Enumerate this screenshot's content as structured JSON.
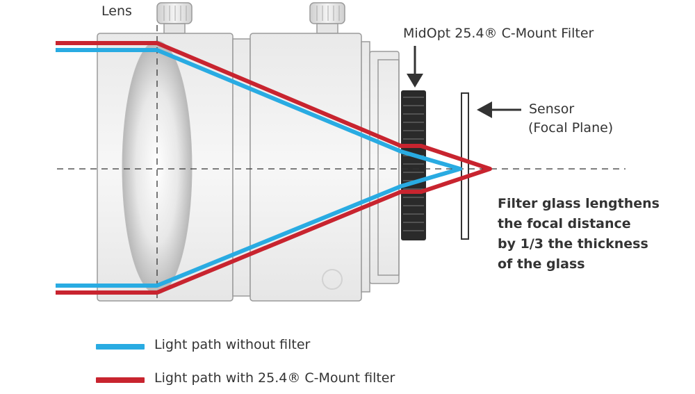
{
  "labels": {
    "lens": "Lens",
    "filter": "MidOpt 25.4® C-Mount Filter",
    "sensor_line1": "Sensor",
    "sensor_line2": "(Focal Plane)"
  },
  "note": {
    "lines": [
      "Filter glass lengthens",
      "the focal distance",
      "by 1/3 the thickness",
      "of the glass"
    ]
  },
  "legend": {
    "without_filter": {
      "label": "Light path without filter",
      "color": "#29abe2"
    },
    "with_filter": {
      "label": "Light path with 25.4® C-Mount filter",
      "color": "#c8242f"
    }
  },
  "colors": {
    "lens_body": "#e2e2e2",
    "lens_outline": "#9a9a9a",
    "filter_ring": "#2a2a2a",
    "text": "#333333"
  }
}
